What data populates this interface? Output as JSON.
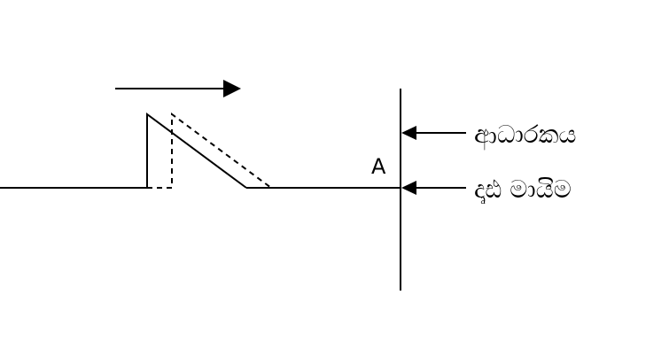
{
  "labels": {
    "point": "A",
    "support": "ආධාරකය",
    "rod": "දෘඪ මායිම"
  },
  "colors": {
    "stroke": "#000000",
    "background": "#ffffff"
  }
}
